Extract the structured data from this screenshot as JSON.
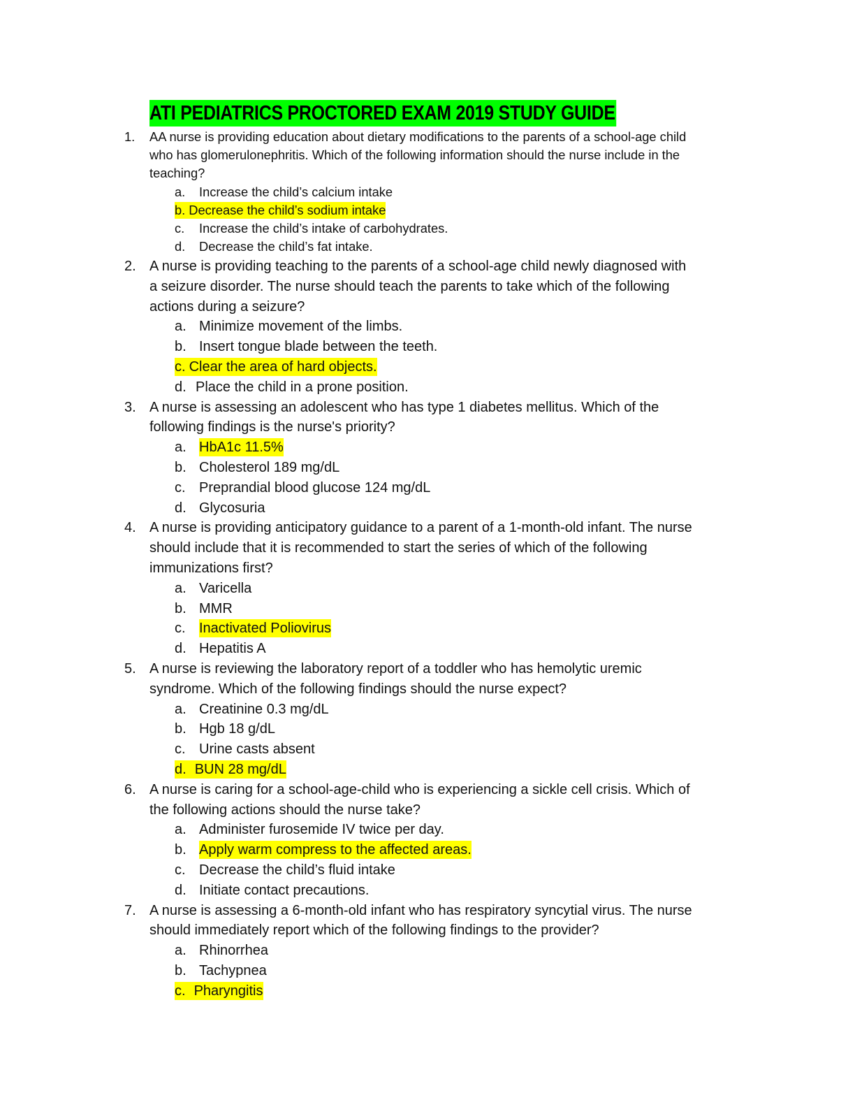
{
  "title": "ATI PEDIATRICS PROCTORED EXAM 2019 STUDY GUIDE",
  "colors": {
    "title_highlight": "#00ff00",
    "answer_highlight": "#ffff00"
  },
  "questions": [
    {
      "number": "1.",
      "lines": [
        "AA nurse is providing education about dietary modifications to the parents of a school-age child",
        "who has glomerulonephritis. Which of the following information should the nurse include in the",
        "teaching?"
      ],
      "options": [
        {
          "letter": "a.",
          "text": "Increase the child’s calcium intake",
          "hl": "none"
        },
        {
          "letter": "b.",
          "text": "Decrease the child’s sodium intake",
          "hl": "full"
        },
        {
          "letter": "c.",
          "text": "Increase the child’s intake of carbohydrates.",
          "hl": "none"
        },
        {
          "letter": "d.",
          "text": "Decrease the child’s fat intake.",
          "hl": "none"
        }
      ]
    },
    {
      "number": "2.",
      "lines": [
        "A nurse is providing teaching to the parents of a school-age child newly diagnosed with",
        "a seizure disorder. The nurse should teach the parents to take which of the following",
        "actions during a seizure?"
      ],
      "options": [
        {
          "letter": "a.",
          "text": "Minimize movement of the limbs.",
          "hl": "none"
        },
        {
          "letter": "b.",
          "text": "Insert tongue blade between the teeth.",
          "hl": "none"
        },
        {
          "letter": "c.",
          "text": "Clear the area of hard objects.",
          "hl": "full"
        },
        {
          "letter": "d.",
          "text": "Place the child in a prone position.",
          "hl": "tight"
        }
      ]
    },
    {
      "number": "3.",
      "lines": [
        "A nurse is assessing an adolescent who has type 1 diabetes mellitus. Which of the",
        "following findings is the nurse's priority?"
      ],
      "options": [
        {
          "letter": "a.",
          "text": "HbA1c 11.5%",
          "hl": "text"
        },
        {
          "letter": "b.",
          "text": "Cholesterol 189 mg/dL",
          "hl": "none"
        },
        {
          "letter": "c.",
          "text": "Preprandial blood glucose 124 mg/dL",
          "hl": "none"
        },
        {
          "letter": "d.",
          "text": "Glycosuria",
          "hl": "none"
        }
      ]
    },
    {
      "number": "4.",
      "lines": [
        "A nurse is providing anticipatory guidance to a parent of a 1-month-old infant. The nurse",
        "should include that it is recommended to start the series of which of the following",
        "immunizations first?"
      ],
      "options": [
        {
          "letter": "a.",
          "text": "Varicella",
          "hl": "none"
        },
        {
          "letter": "b.",
          "text": "MMR",
          "hl": "none"
        },
        {
          "letter": "c.",
          "text": "Inactivated Poliovirus",
          "hl": "text"
        },
        {
          "letter": "d.",
          "text": "Hepatitis A",
          "hl": "none"
        }
      ]
    },
    {
      "number": "5.",
      "lines": [
        "A nurse is reviewing the laboratory report of a toddler who has hemolytic uremic",
        "syndrome. Which of the following findings should the nurse expect?"
      ],
      "options": [
        {
          "letter": "a.",
          "text": "Creatinine 0.3 mg/dL",
          "hl": "none"
        },
        {
          "letter": "b.",
          "text": "Hgb 18 g/dL",
          "hl": "none"
        },
        {
          "letter": "c.",
          "text": "Urine casts absent",
          "hl": "none"
        },
        {
          "letter": "d.",
          "text": "BUN 28 mg/dL",
          "hl": "full2"
        }
      ]
    },
    {
      "number": "6.",
      "lines": [
        "A nurse is caring for a school-age-child who is experiencing a sickle cell crisis. Which of",
        "the following actions should the nurse take?"
      ],
      "options": [
        {
          "letter": "a.",
          "text": "Administer furosemide IV twice per day.",
          "hl": "none"
        },
        {
          "letter": "b.",
          "text": "Apply warm compress to the affected areas.",
          "hl": "text"
        },
        {
          "letter": "c.",
          "text": "Decrease the child’s fluid intake",
          "hl": "none"
        },
        {
          "letter": "d.",
          "text": "Initiate contact precautions.",
          "hl": "none"
        }
      ]
    },
    {
      "number": "7.",
      "lines": [
        "A nurse is assessing a 6-month-old infant who has respiratory syncytial virus. The nurse",
        "should immediately report which of the following findings to the provider?"
      ],
      "options": [
        {
          "letter": "a.",
          "text": "Rhinorrhea",
          "hl": "none"
        },
        {
          "letter": "b.",
          "text": "Tachypnea",
          "hl": "none"
        },
        {
          "letter": "c.",
          "text": "Pharyngitis",
          "hl": "full2"
        }
      ]
    }
  ]
}
